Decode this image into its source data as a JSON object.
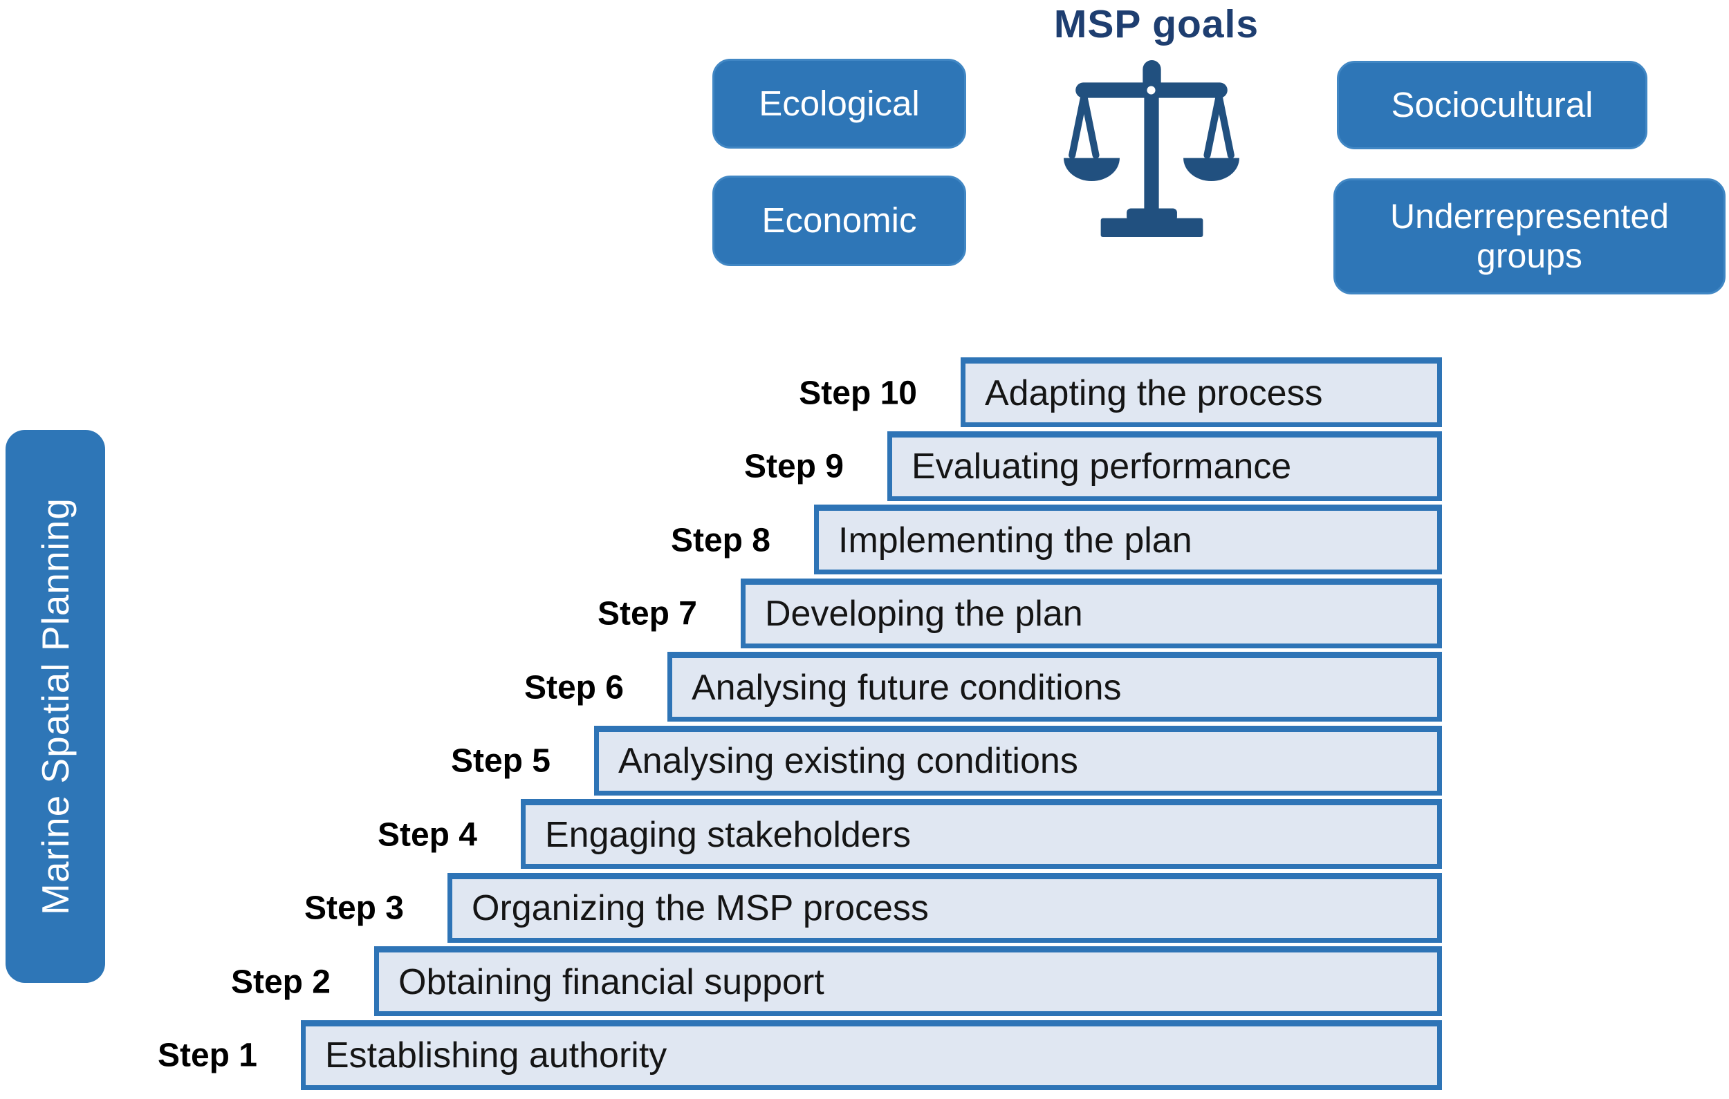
{
  "title": "MSP goals",
  "icons": {
    "balance_scale": "balance-scale"
  },
  "colors": {
    "box_blue": "#2E76B7",
    "box_border": "#4187C4",
    "bar_fill": "#E0E7F2",
    "bar_border": "#2E74B6",
    "navy_icon": "#21507F",
    "navy_title": "#1E3E70",
    "text_black": "#151515"
  },
  "goals": {
    "ecological": "Ecological",
    "economic": "Economic",
    "sociocultural": "Sociocultural",
    "underrepresented": "Underrepresented groups"
  },
  "banner": {
    "label": "Marine Spatial Planning"
  },
  "steps": [
    {
      "label": "Step 10",
      "title": "Adapting the process"
    },
    {
      "label": "Step 9",
      "title": "Evaluating performance"
    },
    {
      "label": "Step 8",
      "title": "Implementing the plan"
    },
    {
      "label": "Step 7",
      "title": "Developing the plan"
    },
    {
      "label": "Step 6",
      "title": "Analysing future conditions"
    },
    {
      "label": "Step 5",
      "title": "Analysing existing conditions"
    },
    {
      "label": "Step 4",
      "title": "Engaging stakeholders"
    },
    {
      "label": "Step 3",
      "title": "Organizing the MSP process"
    },
    {
      "label": "Step 2",
      "title": "Obtaining financial support"
    },
    {
      "label": "Step 1",
      "title": "Establishing authority"
    }
  ]
}
